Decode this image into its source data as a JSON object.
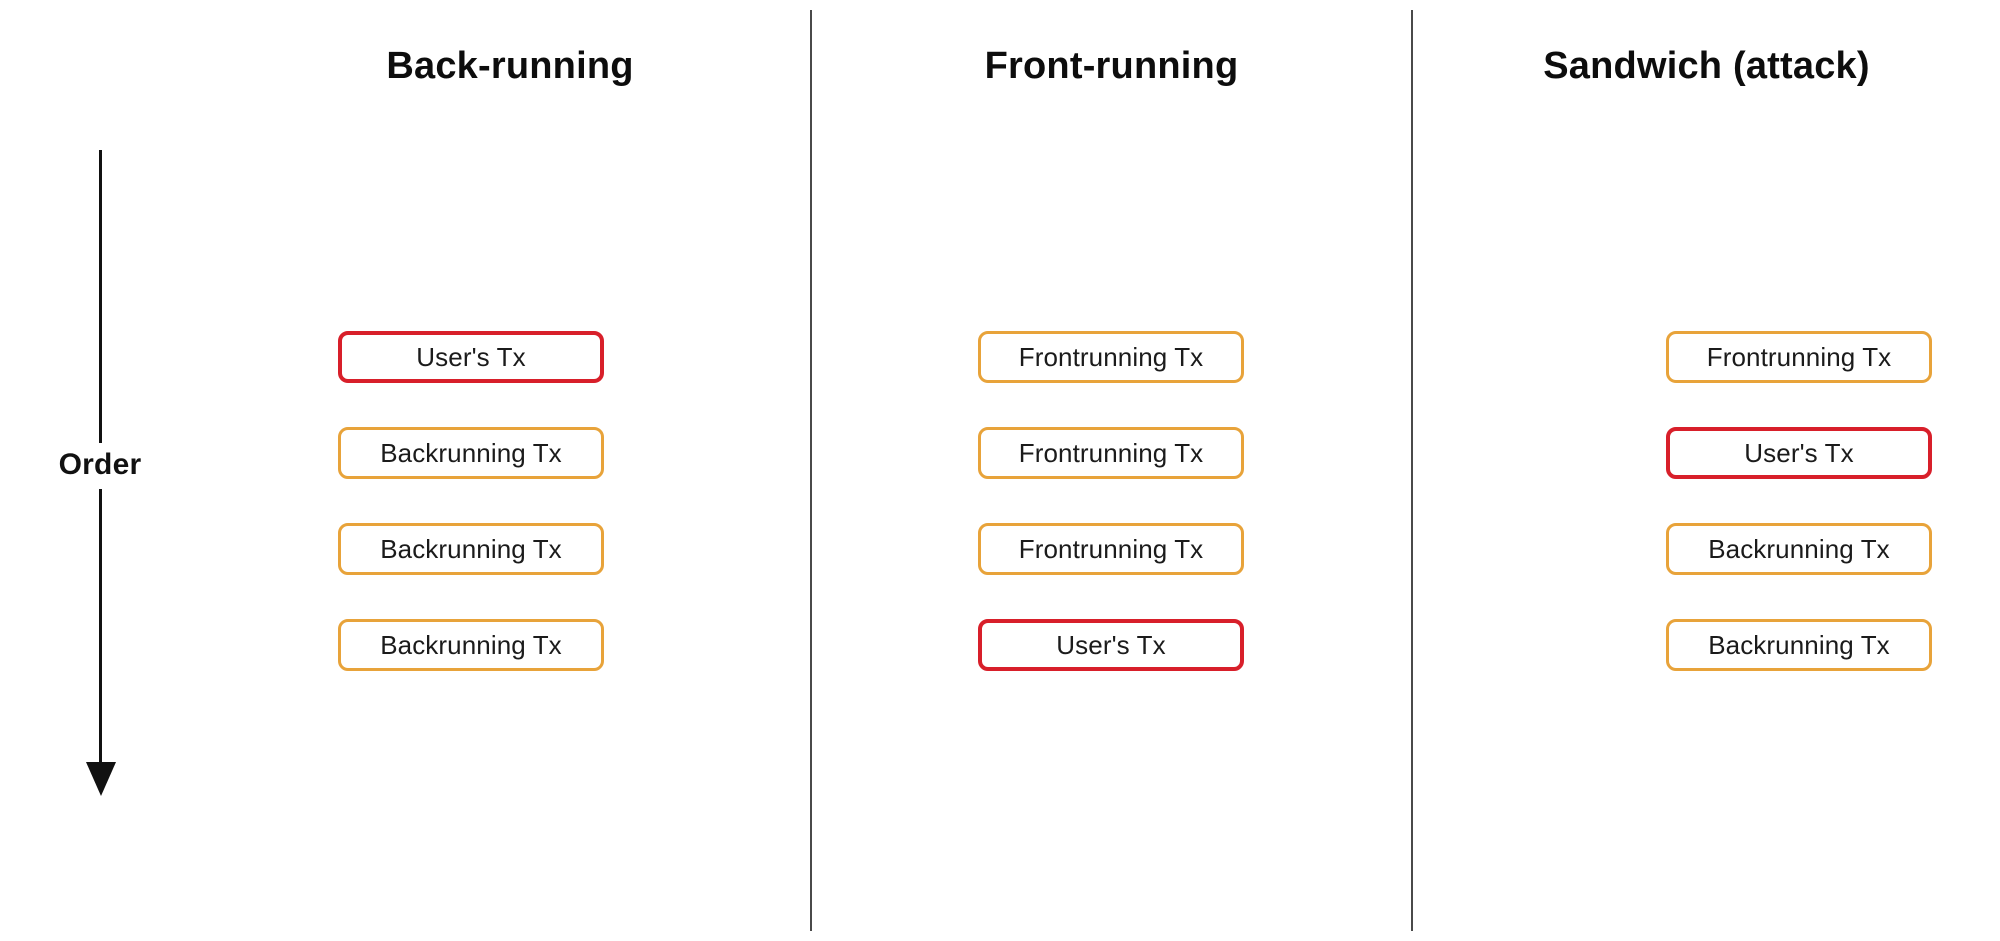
{
  "diagram": {
    "title_row": [
      "Back-running",
      "Front-running",
      "Sandwich (attack)"
    ],
    "axis": {
      "label": "Order",
      "direction": "downward",
      "arrow_icon": "down-arrow-icon"
    },
    "colors": {
      "attacker_tx_border": "#e8a33a",
      "user_tx_border": "#d81f2a",
      "divider": "#4a4a4a",
      "text": "#111111",
      "background": "#ffffff"
    },
    "columns": [
      {
        "title": "Back-running",
        "transactions": [
          {
            "label": "User's Tx",
            "kind": "user"
          },
          {
            "label": "Backrunning Tx",
            "kind": "attacker"
          },
          {
            "label": "Backrunning Tx",
            "kind": "attacker"
          },
          {
            "label": "Backrunning Tx",
            "kind": "attacker"
          }
        ]
      },
      {
        "title": "Front-running",
        "transactions": [
          {
            "label": "Frontrunning Tx",
            "kind": "attacker"
          },
          {
            "label": "Frontrunning Tx",
            "kind": "attacker"
          },
          {
            "label": "Frontrunning Tx",
            "kind": "attacker"
          },
          {
            "label": "User's Tx",
            "kind": "user"
          }
        ]
      },
      {
        "title": "Sandwich (attack)",
        "transactions": [
          {
            "label": "Frontrunning Tx",
            "kind": "attacker"
          },
          {
            "label": "User's Tx",
            "kind": "user"
          },
          {
            "label": "Backrunning Tx",
            "kind": "attacker"
          },
          {
            "label": "Backrunning Tx",
            "kind": "attacker"
          }
        ]
      }
    ]
  }
}
